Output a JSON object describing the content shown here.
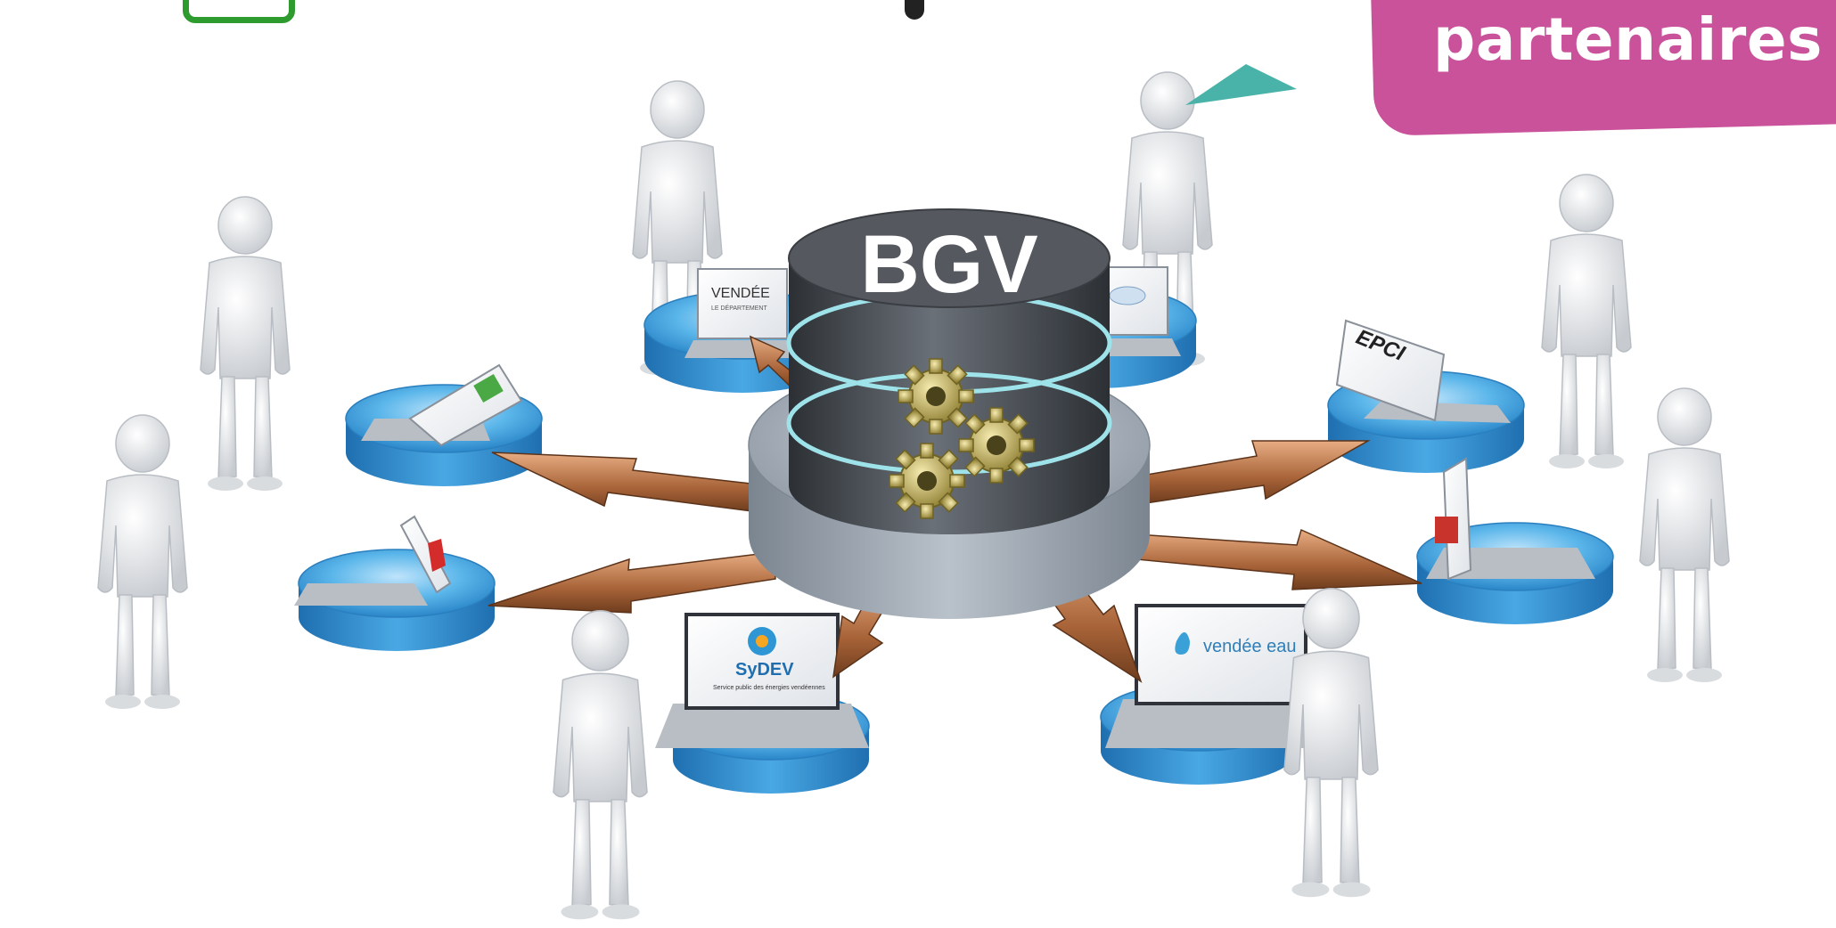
{
  "banner": {
    "text": "partenaires"
  },
  "hub": {
    "label": "BGV"
  },
  "partners": [
    {
      "id": "vendee-departement",
      "logo_text": "VENDÉE",
      "logo_sub": "LE DÉPARTEMENT"
    },
    {
      "id": "epci",
      "logo_text": "EPCI"
    },
    {
      "id": "sydev",
      "logo_text": "SyDEV",
      "logo_sub": "Service public des énergies vendéennes"
    },
    {
      "id": "vendee-eau",
      "logo_text": "vendée eau"
    }
  ],
  "colors": {
    "banner": "#c9529b",
    "hub_body": "#4a4f55",
    "disk": "#3d9ad6",
    "arrow": "#c27d52",
    "gear": "#c9b75c",
    "laptop_body": "#c8ccd2",
    "figure": "#e9ebee"
  }
}
